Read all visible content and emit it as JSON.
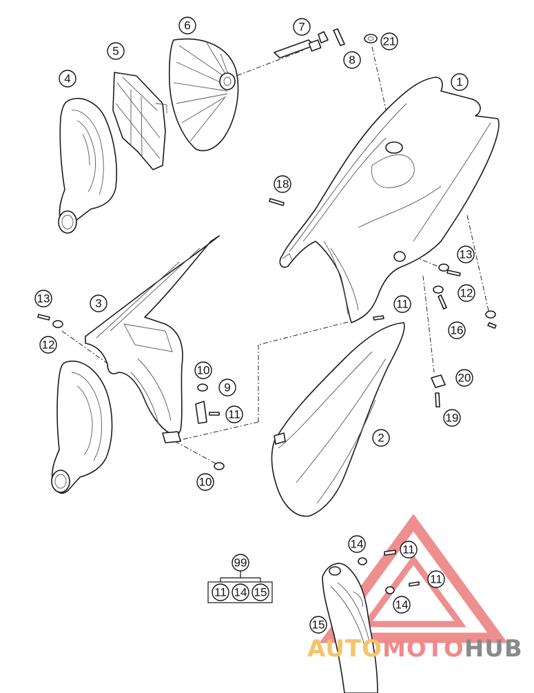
{
  "callouts": {
    "c1": "1",
    "c2": "2",
    "c3": "3",
    "c4": "4",
    "c5": "5",
    "c6": "6",
    "c7": "7",
    "c8": "8",
    "c9": "9",
    "c10a": "10",
    "c10b": "10",
    "c11a": "11",
    "c11b": "11",
    "c11c": "11",
    "c11d": "11",
    "c12a": "12",
    "c12b": "12",
    "c13a": "13",
    "c13b": "13",
    "c14a": "14",
    "c14b": "14",
    "c15": "15",
    "c16": "16",
    "c18": "18",
    "c19": "19",
    "c20": "20",
    "c21": "21"
  },
  "kit": {
    "label": "99",
    "items": [
      "11",
      "14",
      "15"
    ]
  },
  "watermark": {
    "part1": "AUTO",
    "part2": "MOTO",
    "part3": "HUB",
    "colors": {
      "auto": "#f6c36a",
      "moto": "#f08a8a",
      "hub": "#8a8a8a",
      "triangle": "#e86a6a"
    }
  }
}
